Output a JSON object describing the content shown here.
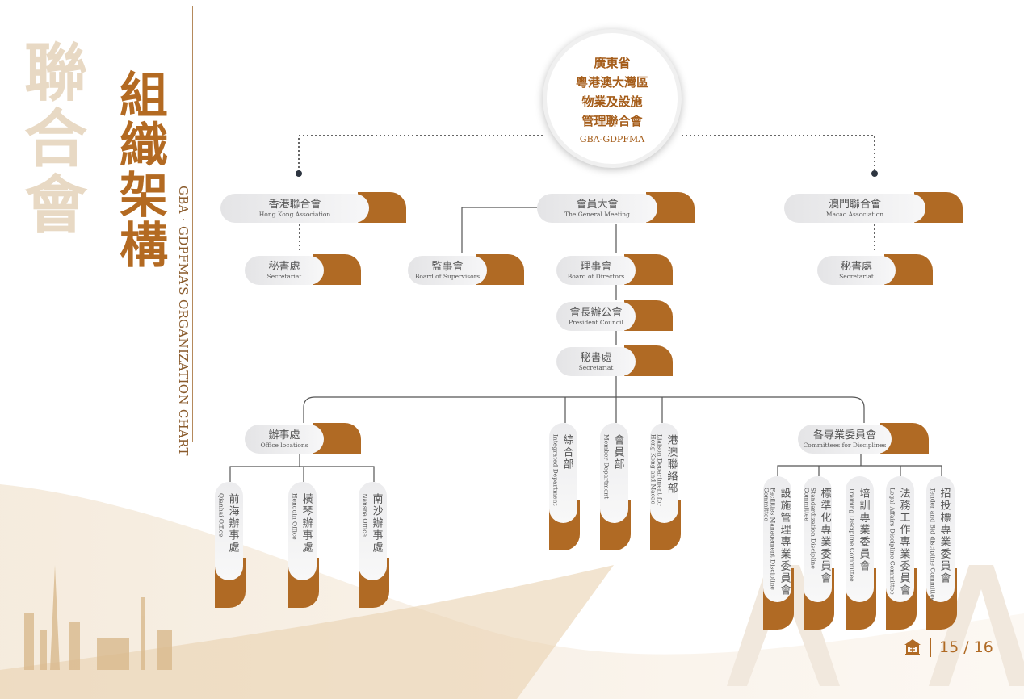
{
  "title": {
    "watermark": "聯合會",
    "main": "組織架構",
    "subtitle": "GBA · GDPFMA’S ORGANIZATION CHART"
  },
  "root": {
    "lines": [
      "廣東省",
      "粵港澳大灣區",
      "物業及設施",
      "管理聯合會"
    ],
    "en": "GBA-GDPFMA"
  },
  "hboxes": [
    {
      "cn": "香港聯合會",
      "en": "Hong Kong Association"
    },
    {
      "cn": "秘書處",
      "en": "Secretariat"
    },
    {
      "cn": "會員大會",
      "en": "The General Meeting"
    },
    {
      "cn": "監事會",
      "en": "Board of Supervisors"
    },
    {
      "cn": "理事會",
      "en": "Board of Directors"
    },
    {
      "cn": "會長辦公會",
      "en": "President Council"
    },
    {
      "cn": "秘書處",
      "en": "Secretariat"
    },
    {
      "cn": "澳門聯合會",
      "en": "Macao Association"
    },
    {
      "cn": "秘書處",
      "en": "Secretariat"
    },
    {
      "cn": "辦事處",
      "en": "Office locations"
    },
    {
      "cn": "各專業委員會",
      "en": "Committees for Disciplines"
    }
  ],
  "vboxes": [
    {
      "cn": "前海辦事處",
      "en": "Qianhai Office"
    },
    {
      "cn": "橫琴辦事處",
      "en": "Hengqin Office"
    },
    {
      "cn": "南沙辦事處",
      "en": "Nansha Office"
    },
    {
      "cn": "綜合部",
      "en": "Integrated Department"
    },
    {
      "cn": "會員部",
      "en": "Member Department"
    },
    {
      "cn": "港澳聯絡部",
      "en": "Liaison Department for Hong Kong and Macao"
    },
    {
      "cn": "設施管理專業委員會",
      "en": "Facilities Management Discipline Committee"
    },
    {
      "cn": "標準化專業委員會",
      "en": "Standardization Discipline Committee"
    },
    {
      "cn": "培訓專業委員會",
      "en": "Training Discipline Committee"
    },
    {
      "cn": "法務工作專業委員會",
      "en": "Legal Affairs Discipline Committee"
    },
    {
      "cn": "招投標專業委員會",
      "en": "Tender and Bid discipline Committee"
    }
  ],
  "footer": {
    "page": "15 / 16",
    "icon": "association-logo-icon"
  },
  "colors": {
    "accent": "#b06a24",
    "watermark": "#e8d9c4",
    "box": "#ececee"
  }
}
